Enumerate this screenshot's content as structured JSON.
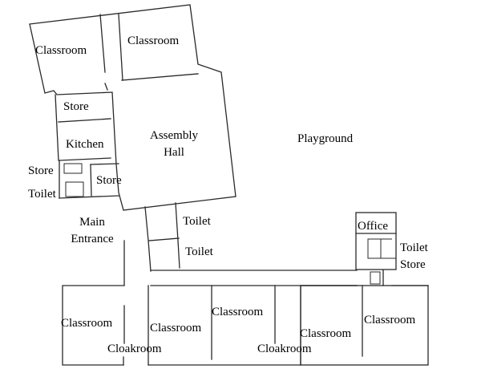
{
  "plan": {
    "rooms": {
      "classroom_nw_left": "Classroom",
      "classroom_nw_right": "Classroom",
      "store_upper": "Store",
      "kitchen": "Kitchen",
      "store_left": "Store",
      "store_middle": "Store",
      "toilet_left": "Toilet",
      "assembly_hall_line1": "Assembly",
      "assembly_hall_line2": "Hall",
      "playground": "Playground",
      "main_entrance_line1": "Main",
      "main_entrance_line2": "Entrance",
      "toilet_center_upper": "Toilet",
      "toilet_center_lower": "Toilet",
      "office": "Office",
      "toilet_right": "Toilet",
      "store_right": "Store",
      "classroom_s1": "Classroom",
      "classroom_s2": "Classroom",
      "classroom_s3": "Classroom",
      "classroom_s4": "Classroom",
      "classroom_s5": "Classroom",
      "cloakroom_left": "Cloakroom",
      "cloakroom_right": "Cloakroom"
    },
    "colors": {
      "line": "#2a2a2a",
      "text": "#000000",
      "background": "#ffffff"
    }
  }
}
